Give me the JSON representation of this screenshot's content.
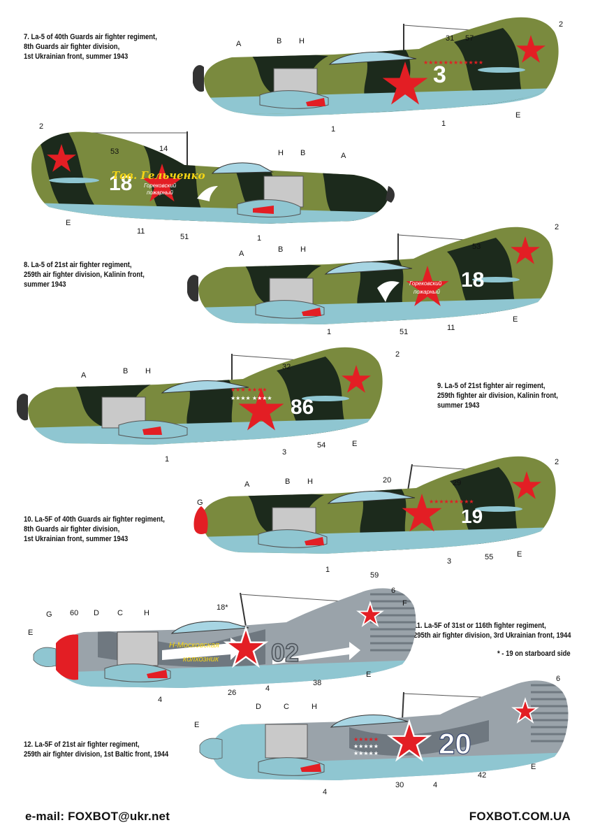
{
  "captions": {
    "p7": [
      "7. La-5 of 40th Guards air fighter regiment,",
      "8th Guards air fighter division,",
      "1st Ukrainian front, summer 1943"
    ],
    "p8": [
      "8. La-5 of 21st air fighter regiment,",
      "259th air fighter division, Kalinin front,",
      "summer 1943"
    ],
    "p9": [
      "9. La-5 of 21st fighter air regiment,",
      "259th fighter air division, Kalinin front,",
      "summer 1943"
    ],
    "p10": [
      "10. La-5F of 40th Guards air fighter regiment,",
      "8th Guards air fighter division,",
      "1st Ukrainian front, summer 1943"
    ],
    "p11": [
      "11. La-5F of 31st or 116th fighter regiment,",
      "295th air fighter division, 3rd Ukrainian front, 1944"
    ],
    "p11_note": "* - 19 on starboard side",
    "p12": [
      "12. La-5F of 21st air fighter regiment,",
      "259th air fighter division, 1st Baltic front, 1944"
    ]
  },
  "footer": {
    "email": "e-mail: FOXBOT@ukr.net",
    "site": "FOXBOT.COM.UA"
  },
  "markings": {
    "a7": "3",
    "a7b": "18",
    "a8": "18",
    "a9": "86",
    "a10": "19",
    "a11": "02",
    "a12": "20",
    "s_goreko": "Горековский",
    "s_pozh": "пожарный",
    "s_gelch": "Тов. Гельченко",
    "s_nmosk": "Н-Московская",
    "s_kolh": "колхозник"
  },
  "callouts": {
    "p1": [
      "A",
      "B",
      "H",
      "31",
      "57",
      "2",
      "1",
      "1",
      "E"
    ],
    "p2": [
      "2",
      "53",
      "14",
      "H",
      "B",
      "A",
      "E",
      "11",
      "51",
      "1"
    ],
    "p3": [
      "A",
      "B",
      "H",
      "53",
      "2",
      "1",
      "51",
      "11",
      "E"
    ],
    "p4": [
      "A",
      "B",
      "H",
      "32",
      "2",
      "1",
      "3",
      "54",
      "E"
    ],
    "p5": [
      "G",
      "A",
      "B",
      "H",
      "20",
      "29",
      "2",
      "1",
      "3",
      "55",
      "E"
    ],
    "p6": [
      "59",
      "6",
      "F",
      "18*",
      "G",
      "60",
      "D",
      "C",
      "H",
      "E",
      "E",
      "4",
      "26",
      "4",
      "38"
    ],
    "p7": [
      "D",
      "C",
      "H",
      "6",
      "E",
      "4",
      "30",
      "4",
      "42",
      "E"
    ]
  }
}
